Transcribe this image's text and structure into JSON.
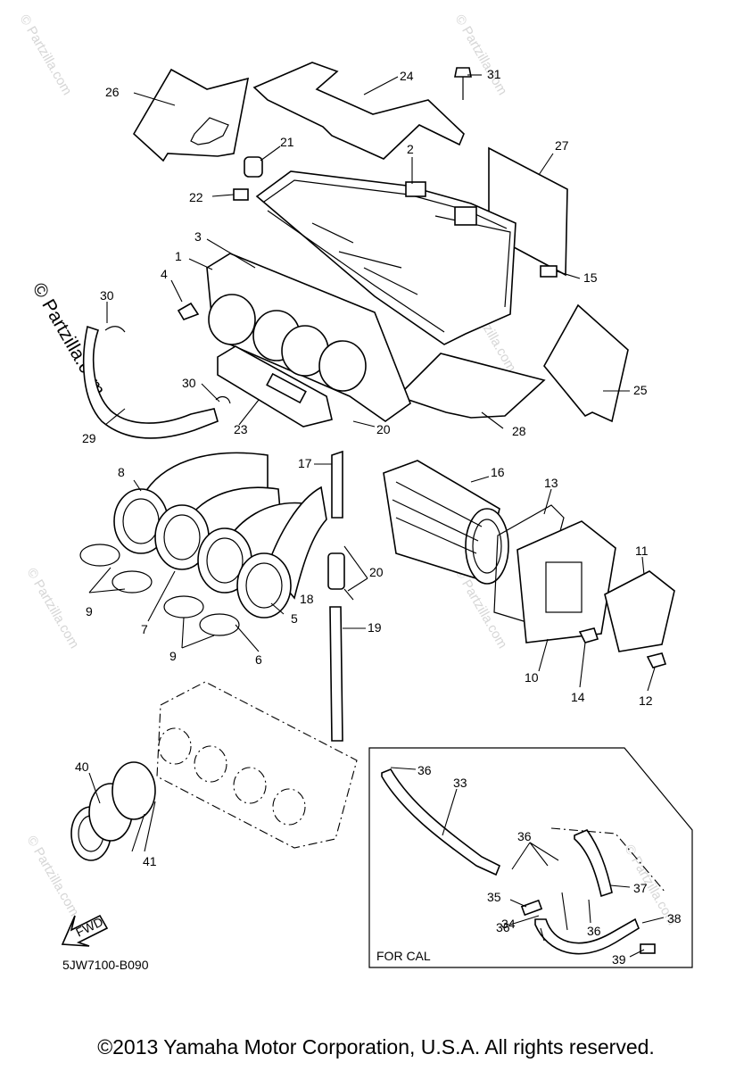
{
  "diagram_code": "5JW7100-B090",
  "inset_label": "FOR CAL",
  "fwd_label": "FWD",
  "copyright": "©2013 Yamaha Motor Corporation, U.S.A. All rights reserved.",
  "watermark": "© Partzilla.com",
  "callouts": [
    "1",
    "2",
    "3",
    "4",
    "5",
    "6",
    "7",
    "8",
    "9",
    "9",
    "10",
    "11",
    "12",
    "13",
    "14",
    "15",
    "16",
    "17",
    "18",
    "19",
    "20",
    "20",
    "21",
    "22",
    "23",
    "24",
    "25",
    "26",
    "27",
    "28",
    "29",
    "30",
    "30",
    "31",
    "33",
    "34",
    "35",
    "36",
    "36",
    "36",
    "36",
    "37",
    "38",
    "39",
    "40",
    "41"
  ]
}
